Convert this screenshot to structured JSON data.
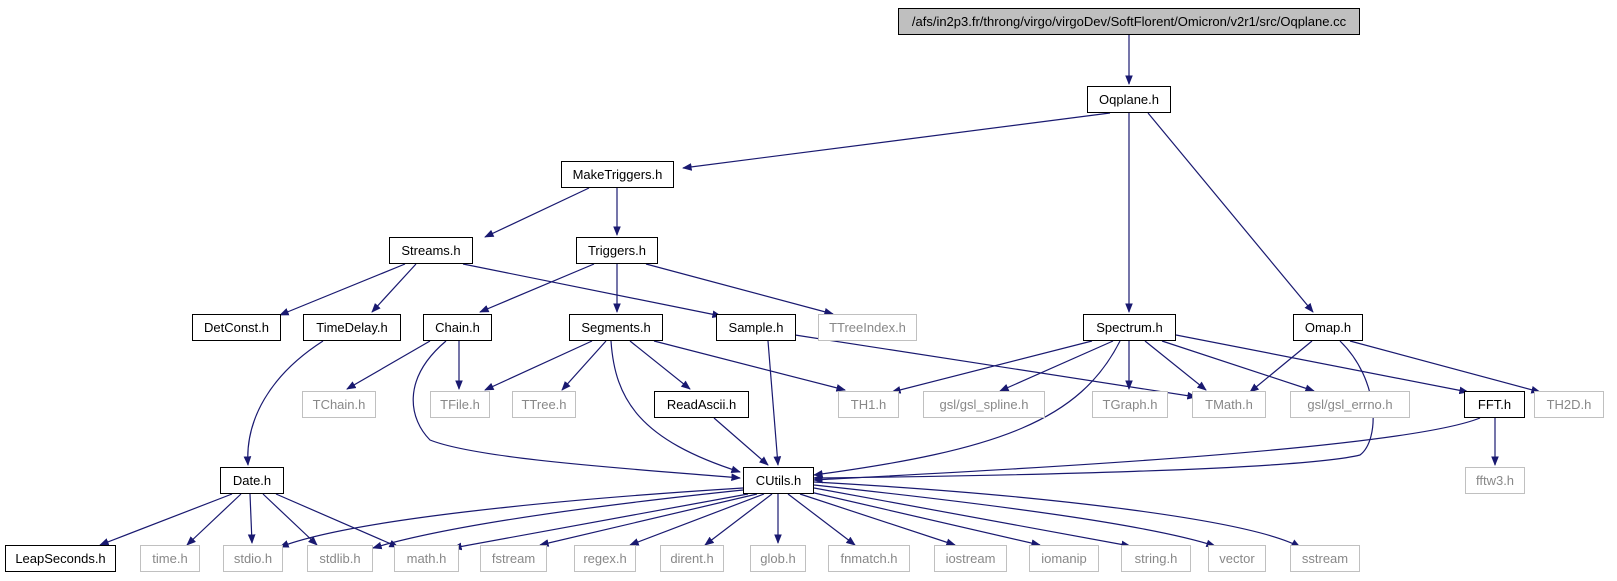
{
  "colors": {
    "edge": "#191970",
    "root_fill": "#bfbfbf",
    "node_border": "#000000",
    "external_border": "#c0c0c0",
    "external_text": "#888888"
  },
  "nodes": {
    "root": "/afs/in2p3.fr/throng/virgo/virgoDev/SoftFlorent/Omicron/v2r1/src/Oqplane.cc",
    "oqplane": "Oqplane.h",
    "maketriggers": "MakeTriggers.h",
    "streams": "Streams.h",
    "triggers": "Triggers.h",
    "detconst": "DetConst.h",
    "timedelay": "TimeDelay.h",
    "chain": "Chain.h",
    "segments": "Segments.h",
    "sample": "Sample.h",
    "ttreeindex": "TTreeIndex.h",
    "spectrum": "Spectrum.h",
    "omap": "Omap.h",
    "tchain": "TChain.h",
    "tfile": "TFile.h",
    "ttree": "TTree.h",
    "readascii": "ReadAscii.h",
    "th1": "TH1.h",
    "gslspline": "gsl/gsl_spline.h",
    "tgraph": "TGraph.h",
    "tmath": "TMath.h",
    "gslerrno": "gsl/gsl_errno.h",
    "fft": "FFT.h",
    "th2d": "TH2D.h",
    "date": "Date.h",
    "cutils": "CUtils.h",
    "fftw3": "fftw3.h",
    "leapseconds": "LeapSeconds.h",
    "time": "time.h",
    "stdio": "stdio.h",
    "stdlib": "stdlib.h",
    "math": "math.h",
    "fstream": "fstream",
    "regex": "regex.h",
    "dirent": "dirent.h",
    "glob": "glob.h",
    "fnmatch": "fnmatch.h",
    "iostream": "iostream",
    "iomanip": "iomanip",
    "string": "string.h",
    "vector": "vector",
    "sstream": "sstream"
  }
}
